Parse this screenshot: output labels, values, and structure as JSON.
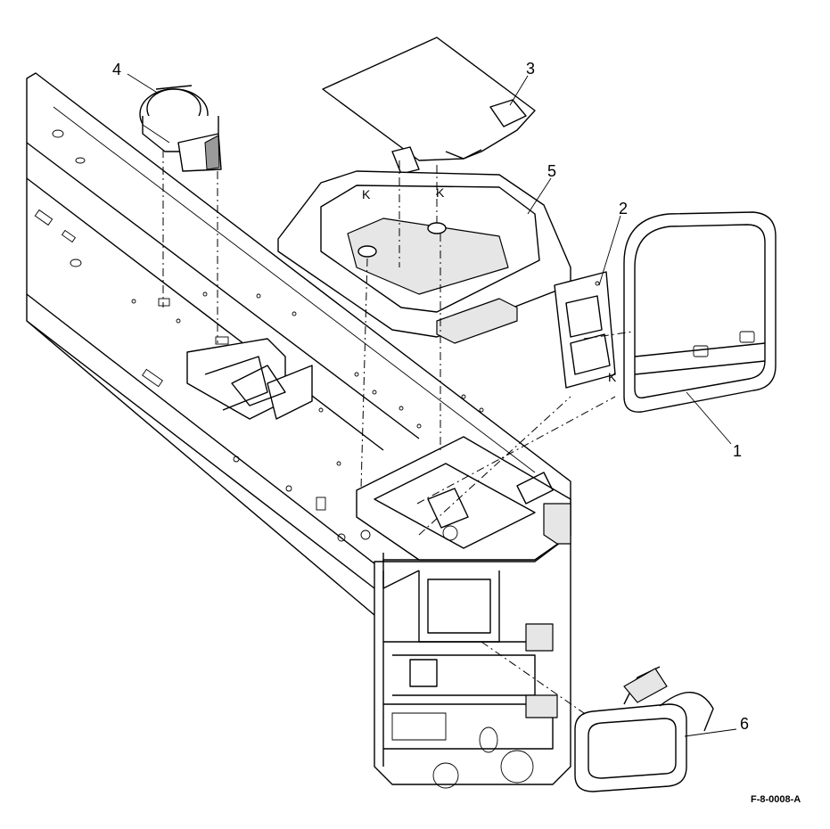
{
  "diagram": {
    "callouts": [
      {
        "id": "c1",
        "label": "1"
      },
      {
        "id": "c2",
        "label": "2"
      },
      {
        "id": "c3",
        "label": "3"
      },
      {
        "id": "c4",
        "label": "4"
      },
      {
        "id": "c5",
        "label": "5"
      },
      {
        "id": "c6",
        "label": "6"
      }
    ],
    "k_label": "K",
    "figure_id": "F-8-0008-A"
  }
}
